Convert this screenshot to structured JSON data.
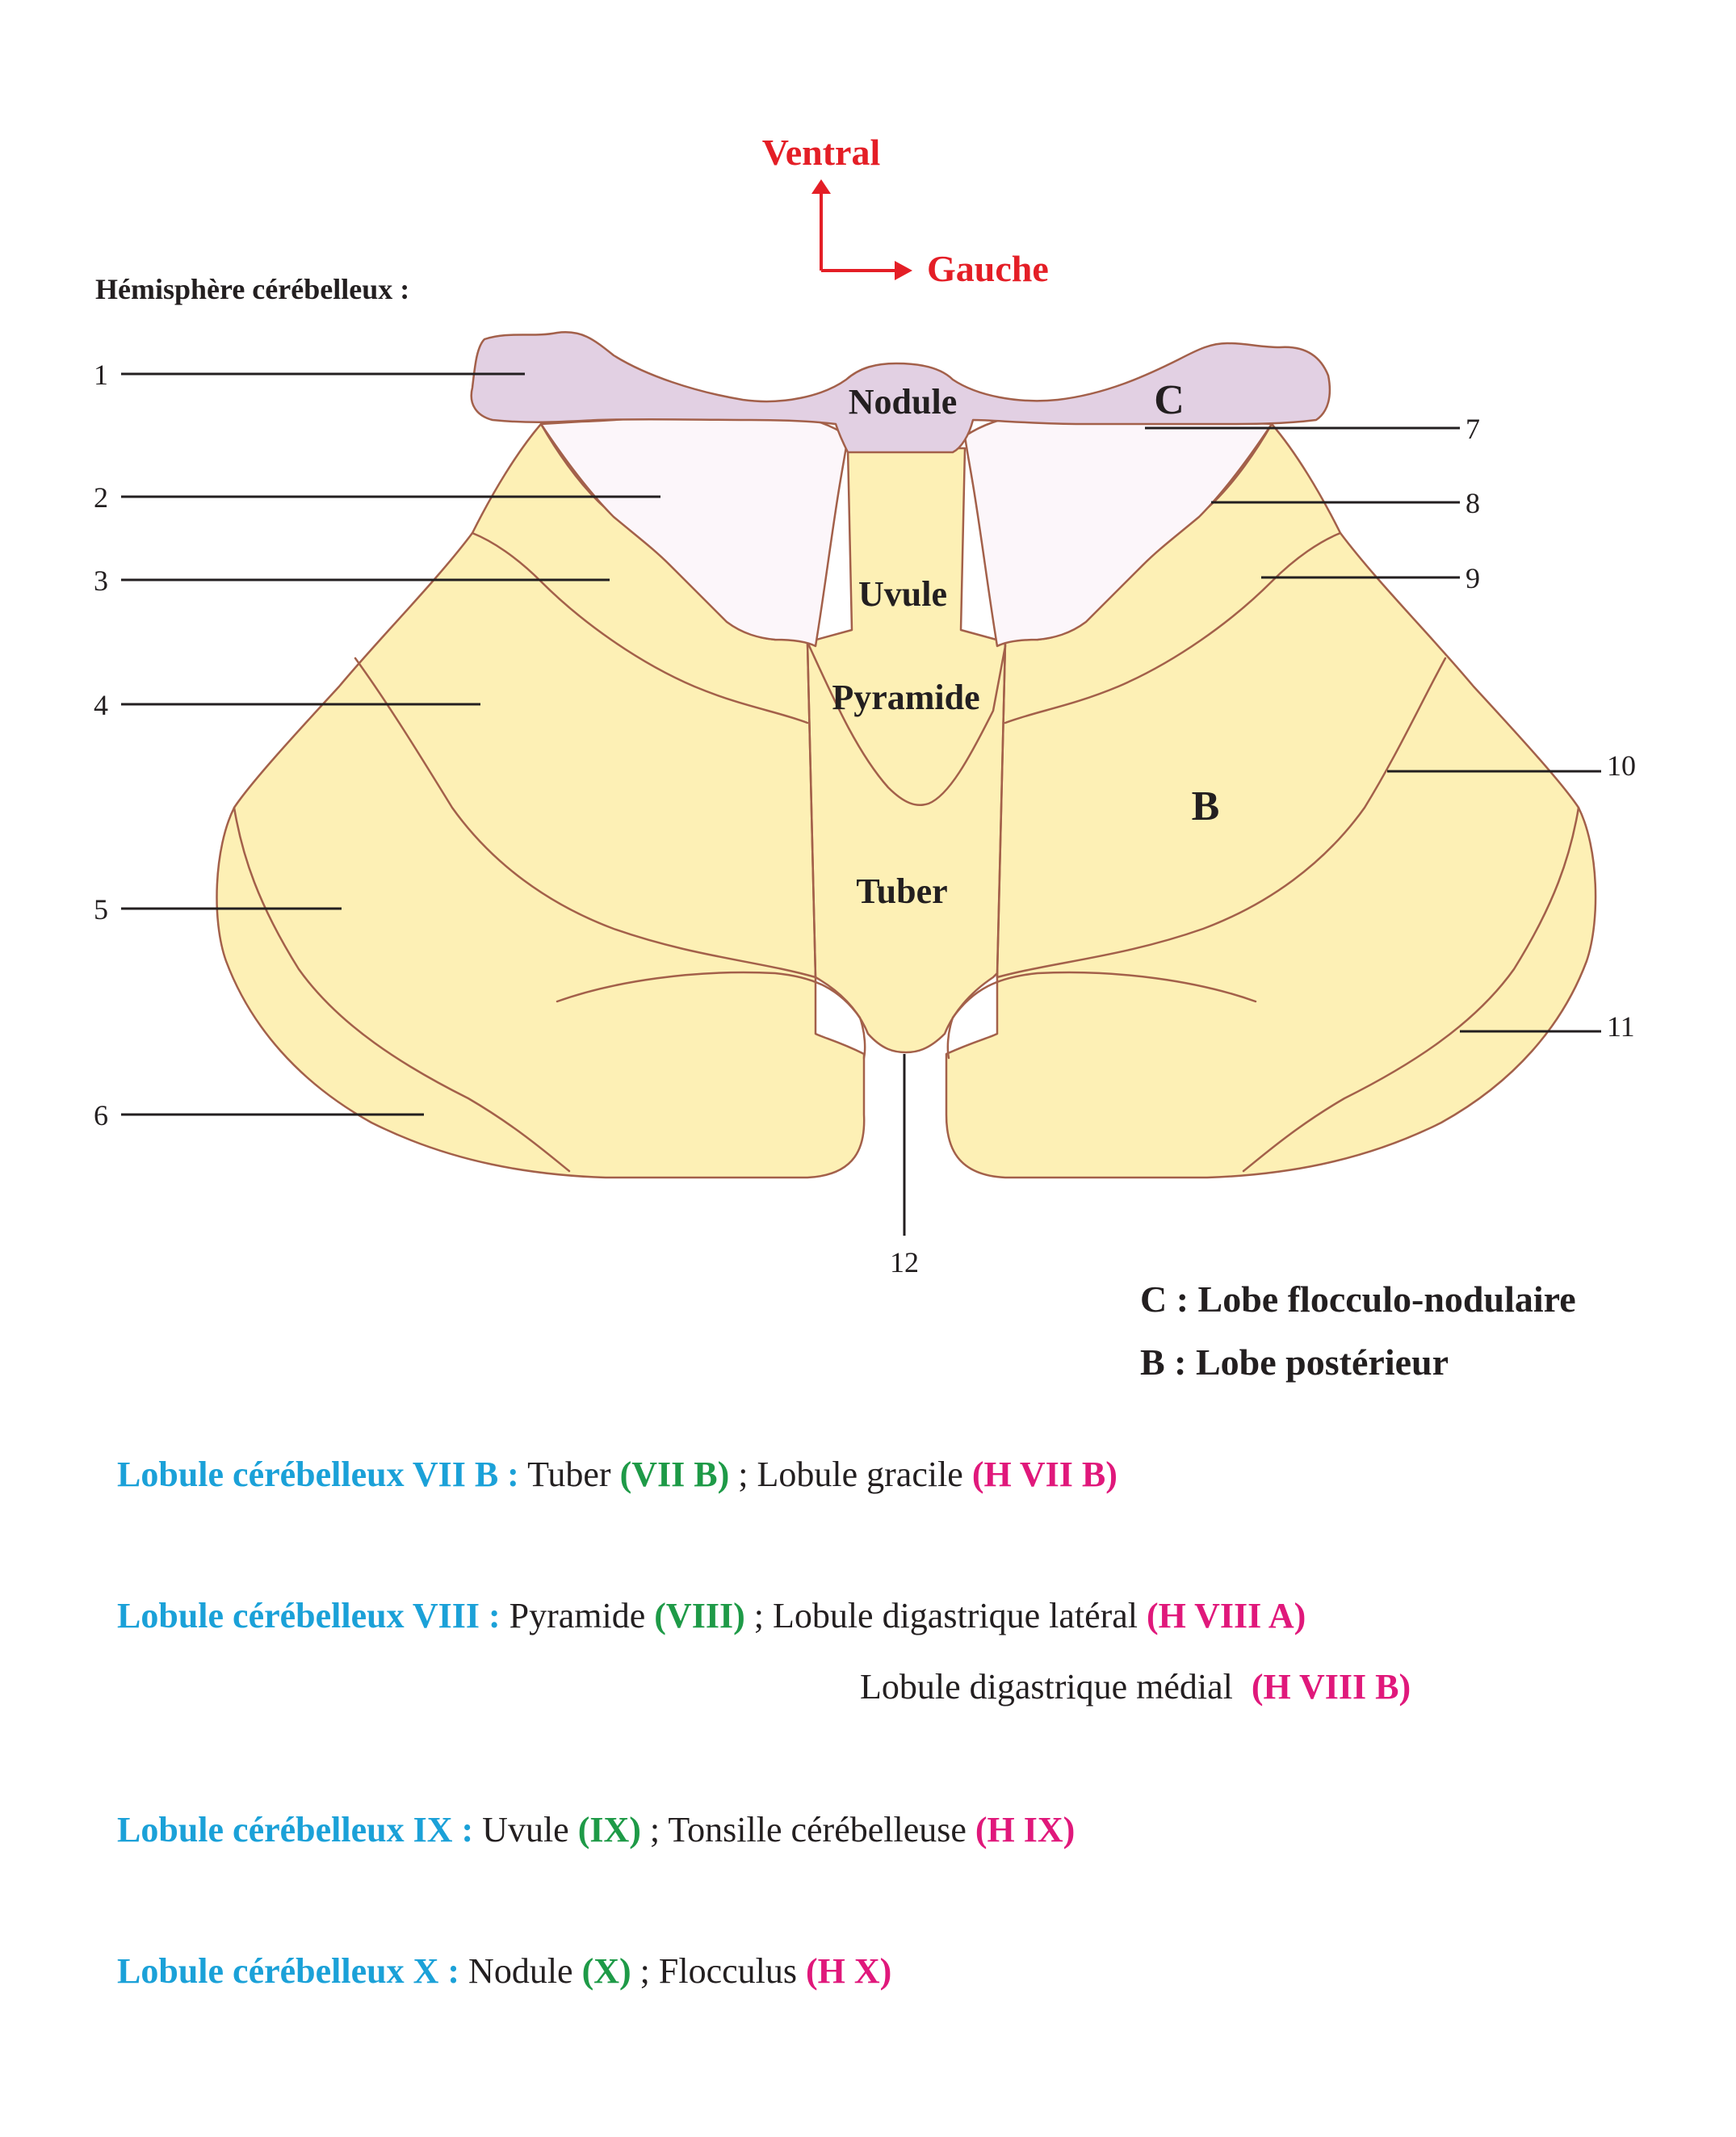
{
  "orientation": {
    "ventral": "Ventral",
    "gauche": "Gauche",
    "color": "#e41e26"
  },
  "hemisphere_heading": "Hémisphère cérébelleux :",
  "region_labels": {
    "nodule": "Nodule",
    "uvule": "Uvule",
    "pyramide": "Pyramide",
    "tuber": "Tuber",
    "c": "C",
    "b": "B"
  },
  "callouts": [
    "1",
    "2",
    "3",
    "4",
    "5",
    "6",
    "7",
    "8",
    "9",
    "10",
    "11",
    "12"
  ],
  "legend": {
    "c": "C : Lobe flocculo-nodulaire",
    "b": "B : Lobe postérieur"
  },
  "lobules": [
    {
      "title": "Lobule cérébelleux VII B :",
      "vermis": "Tuber",
      "vermis_code": "(VII B)",
      "sep": ";",
      "hemi": "Lobule gracile",
      "hemi_code": "(H VII B)"
    },
    {
      "title": "Lobule cérébelleux VIII :",
      "vermis": "Pyramide",
      "vermis_code": "(VIII)",
      "sep": ";",
      "hemi": "Lobule digastrique latéral",
      "hemi_code": "(H VIII A)",
      "hemi2": "Lobule digastrique médial",
      "hemi2_code": "(H VIII B)"
    },
    {
      "title": "Lobule cérébelleux IX :",
      "vermis": "Uvule",
      "vermis_code": "(IX)",
      "sep": ";",
      "hemi": "Tonsille cérébelleuse",
      "hemi_code": "(H IX)"
    },
    {
      "title": "Lobule cérébelleux X :",
      "vermis": "Nodule",
      "vermis_code": "(X)",
      "sep": ";",
      "hemi": "Flocculus",
      "hemi_code": "(H X)"
    }
  ],
  "colors": {
    "lobe_fill": "#fdf0b5",
    "lobe_stroke": "#a3604a",
    "flocculonodular_fill": "#e2d0e3",
    "tonsil_fill": "#fcf6fa",
    "title_blue": "#1ba1d8",
    "code_green": "#1e9a47",
    "code_pink": "#e0187b"
  }
}
